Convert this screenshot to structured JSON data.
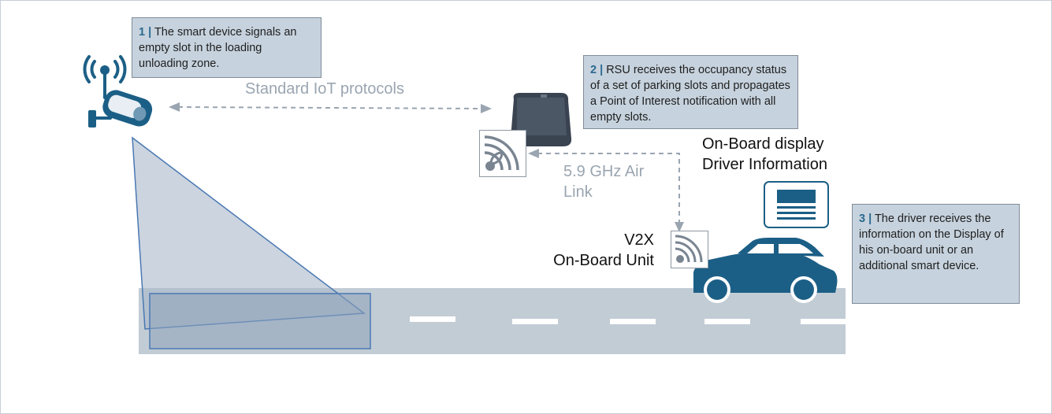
{
  "notes": {
    "step1": {
      "num": "1 |",
      "text": "The smart device signals an empty slot in the loading unloading zone."
    },
    "step2": {
      "num": "2 |",
      "text": "RSU receives the occupancy status of a set of parking slots and propagates a Point of Interest notification with all empty slots."
    },
    "step3": {
      "num": "3 |",
      "text": "The driver receives the information on the Display of his on-board unit or an additional smart device."
    }
  },
  "labels": {
    "iot": "Standard IoT protocols",
    "air_link": "5.9 GHz Air\nLink",
    "display": "On-Board display\nDriver Information",
    "obu": "V2X\nOn-Board Unit"
  },
  "icons": {
    "sensor": "smart-camera-sensor-icon",
    "rsu": "road-side-unit-icon",
    "wifi": "wireless-signal-icon",
    "display": "display-screen-icon",
    "car": "car-icon"
  },
  "colors": {
    "accent": "#1c5f86",
    "note_bg": "#c6d2dd",
    "road": "#c2ccd5",
    "arrow": "#9aa5b1"
  }
}
